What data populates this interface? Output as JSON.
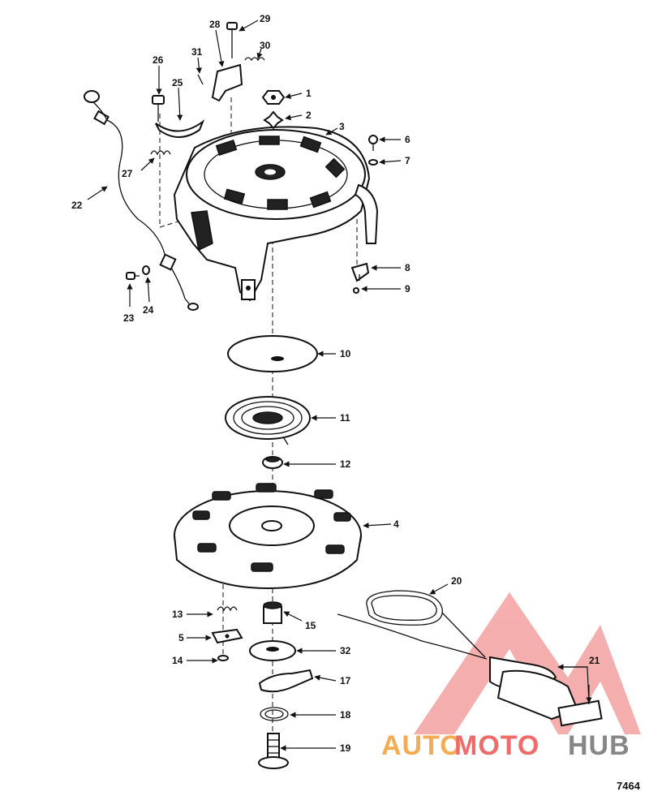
{
  "callouts": [
    "1",
    "2",
    "3",
    "4",
    "5",
    "6",
    "7",
    "8",
    "9",
    "10",
    "11",
    "12",
    "13",
    "14",
    "15",
    "17",
    "18",
    "19",
    "20",
    "21",
    "22",
    "23",
    "24",
    "25",
    "26",
    "27",
    "28",
    "29",
    "30",
    "31",
    "32"
  ],
  "figure_number": "7464",
  "watermark": {
    "brand_auto": "AUTO",
    "brand_moto": "MOTO",
    "brand_hub": "HUB",
    "color_red": "#f05a5a",
    "color_orange": "#f4a340",
    "color_gray": "#7a7a7a"
  }
}
